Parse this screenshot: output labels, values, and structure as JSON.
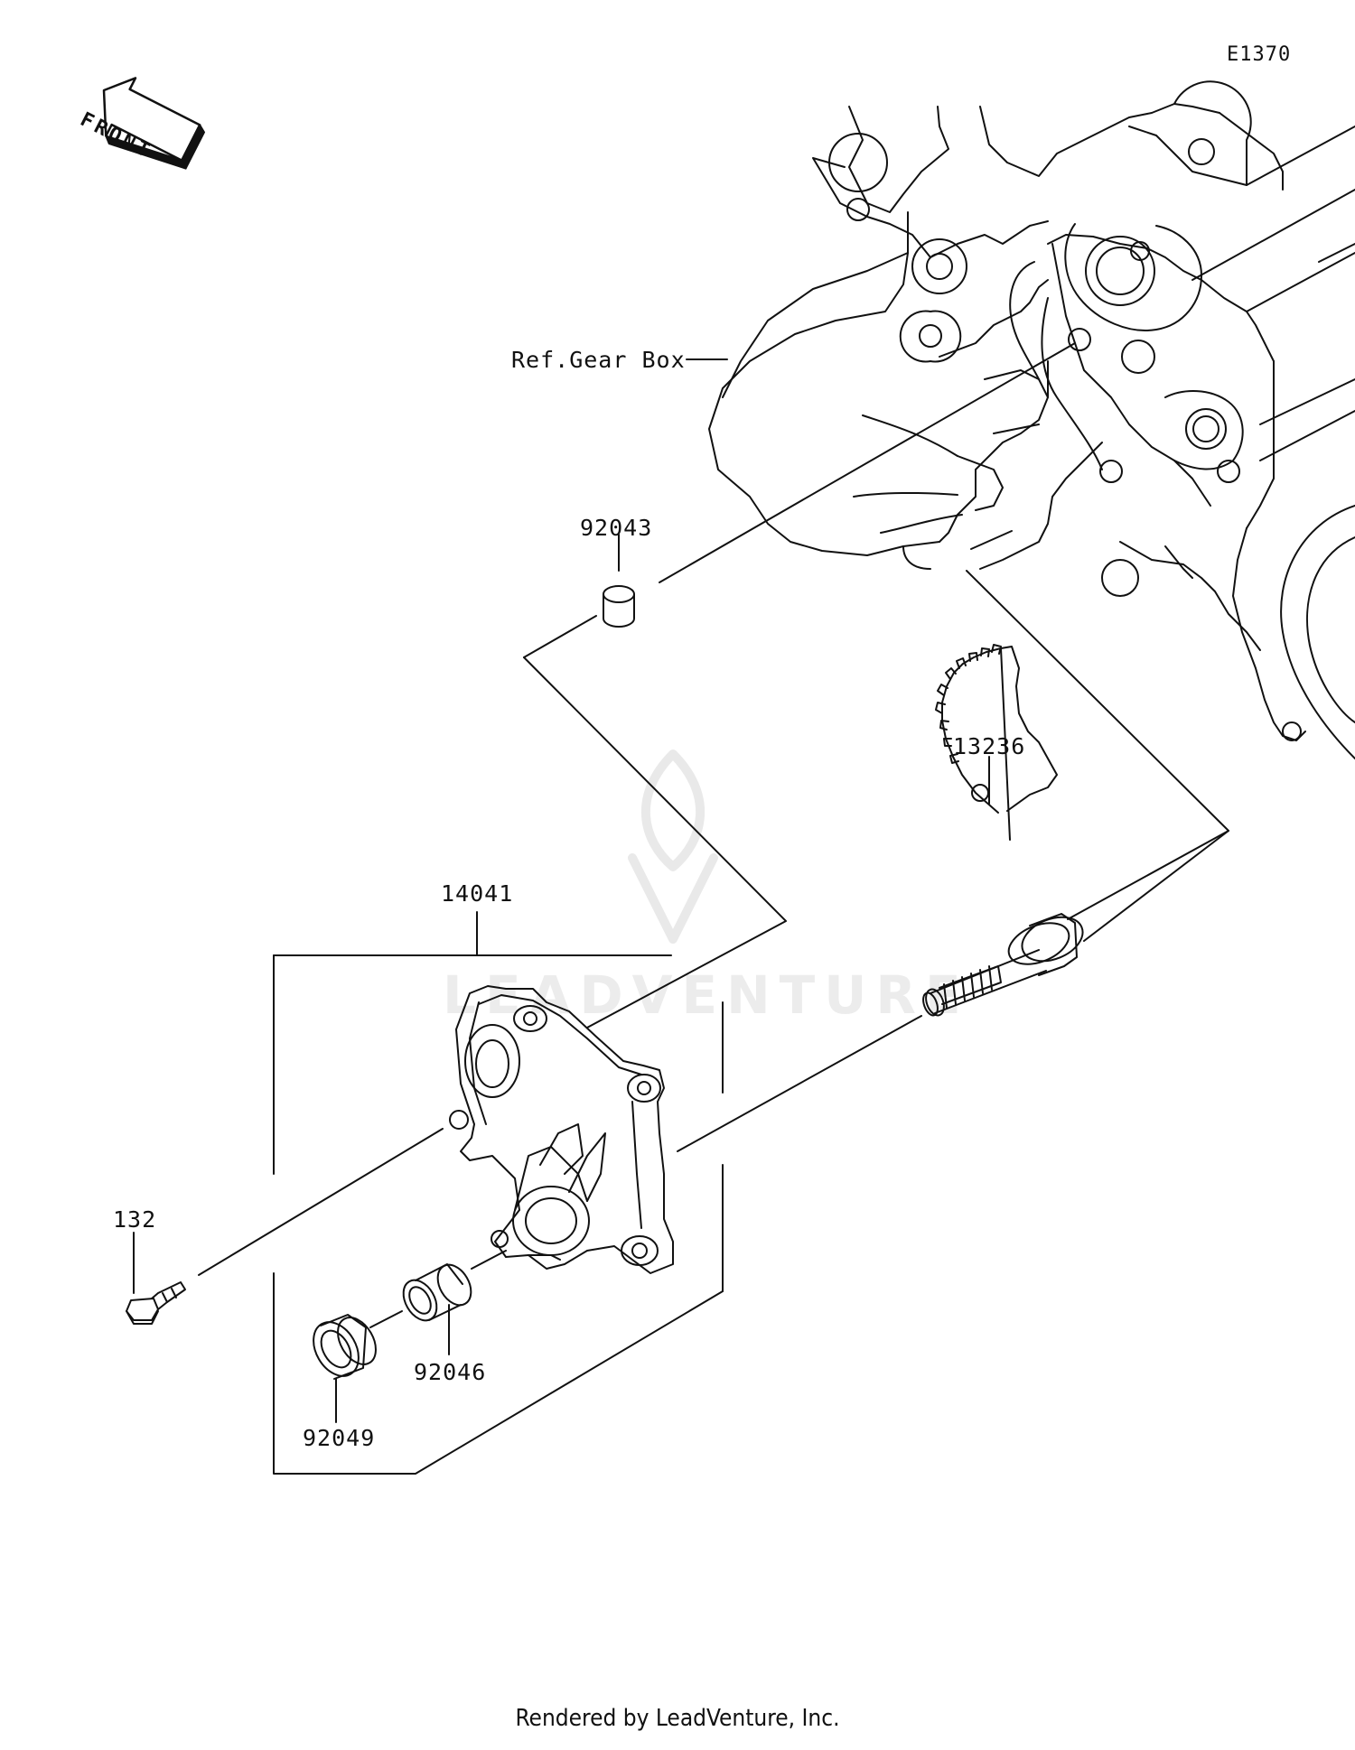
{
  "diagram_id": "E1370",
  "front_label": "FRONT",
  "reference_label": "Ref.Gear Box",
  "watermark": "LEADVENTURE",
  "footer": "Rendered by LeadVenture, Inc.",
  "parts": {
    "p92043": "92043",
    "p13236": "13236",
    "p14041": "14041",
    "p132": "132",
    "p92046": "92046",
    "p92049": "92049"
  }
}
